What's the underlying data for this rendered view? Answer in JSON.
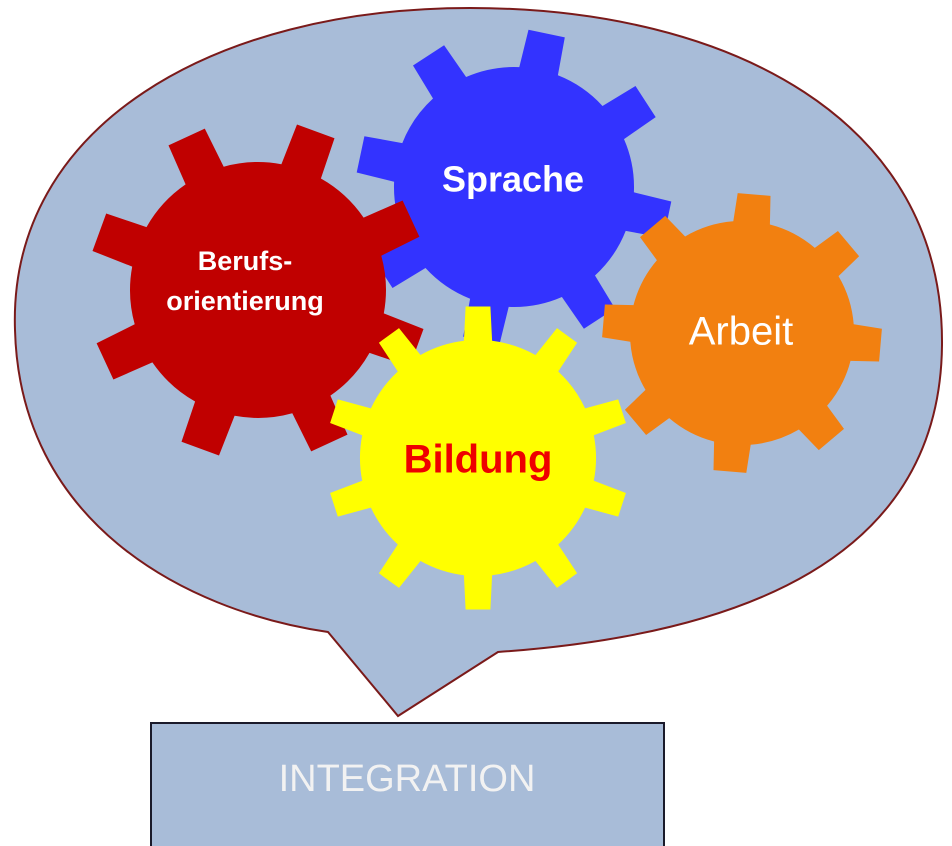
{
  "colors": {
    "bubble_fill": "#a8bcd8",
    "bubble_stroke": "#7a1a1a",
    "berufs_gear": "#c00000",
    "sprache_gear": "#3333ff",
    "arbeit_gear": "#f28010",
    "bildung_gear": "#ffff00",
    "bildung_text": "#ee0000",
    "label_white": "#ffffff",
    "box_fill": "#a8bcd8",
    "box_stroke": "#1a1a2a",
    "box_text": "#f2f2f2"
  },
  "gears": {
    "berufs": {
      "line1": "Berufs-",
      "line2": "orientierung"
    },
    "sprache": {
      "label": "Sprache"
    },
    "arbeit": {
      "label": "Arbeit"
    },
    "bildung": {
      "label": "Bildung"
    }
  },
  "box": {
    "label": "INTEGRATION"
  }
}
